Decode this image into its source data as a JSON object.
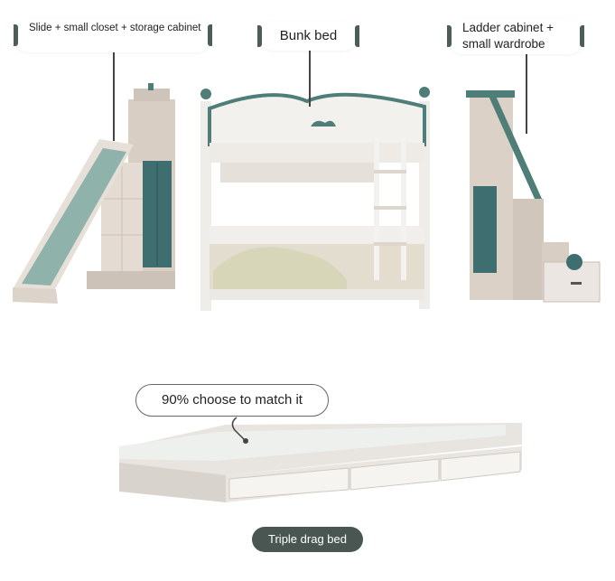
{
  "labels": {
    "slide_cabinet": "Slide + small closet + storage cabinet",
    "bunk_bed": "Bunk bed",
    "ladder_cabinet": "Ladder cabinet + small wardrobe",
    "match_note": "90% choose to match it",
    "drag_bed": "Triple drag bed"
  },
  "colors": {
    "accent_teal": "#4f7d78",
    "frame_white": "#f1efec",
    "wood_beige": "#d9cfc6",
    "badge_dark": "#4a5651"
  }
}
